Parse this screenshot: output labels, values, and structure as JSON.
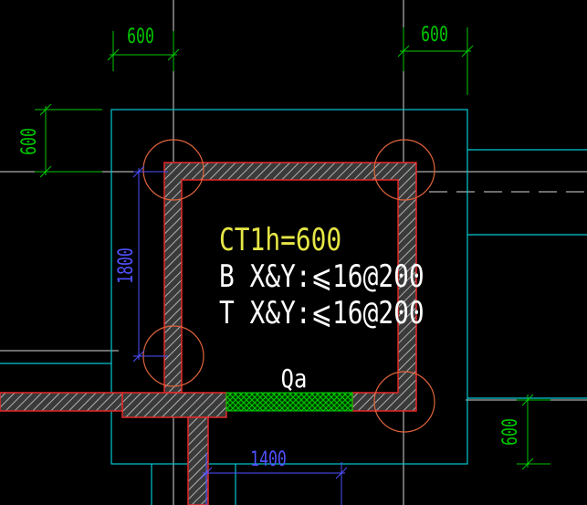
{
  "drawing": {
    "dimensions": {
      "top_left_width": "600",
      "top_right_width": "600",
      "left_top_height": "600",
      "left_height": "1800",
      "bottom_width": "1400",
      "right_bottom_height": "600"
    },
    "cap_label": "CT1h=600",
    "reinf_bottom": "B X&Y:⩽16@200",
    "reinf_top": "T X&Y:⩽16@200",
    "beam_label": "Qa"
  },
  "colors": {
    "background": "#000000",
    "outline": "#00c8d2",
    "wall_edge": "#e62828",
    "wall_hatch": "#aaaaaa",
    "pile": "#e0643c",
    "dim_green": "#00c800",
    "dim_blue": "#5050ff",
    "label_yellow": "#e6e646",
    "text_white": "#ffffff",
    "beam_hatch": "#00c800"
  }
}
